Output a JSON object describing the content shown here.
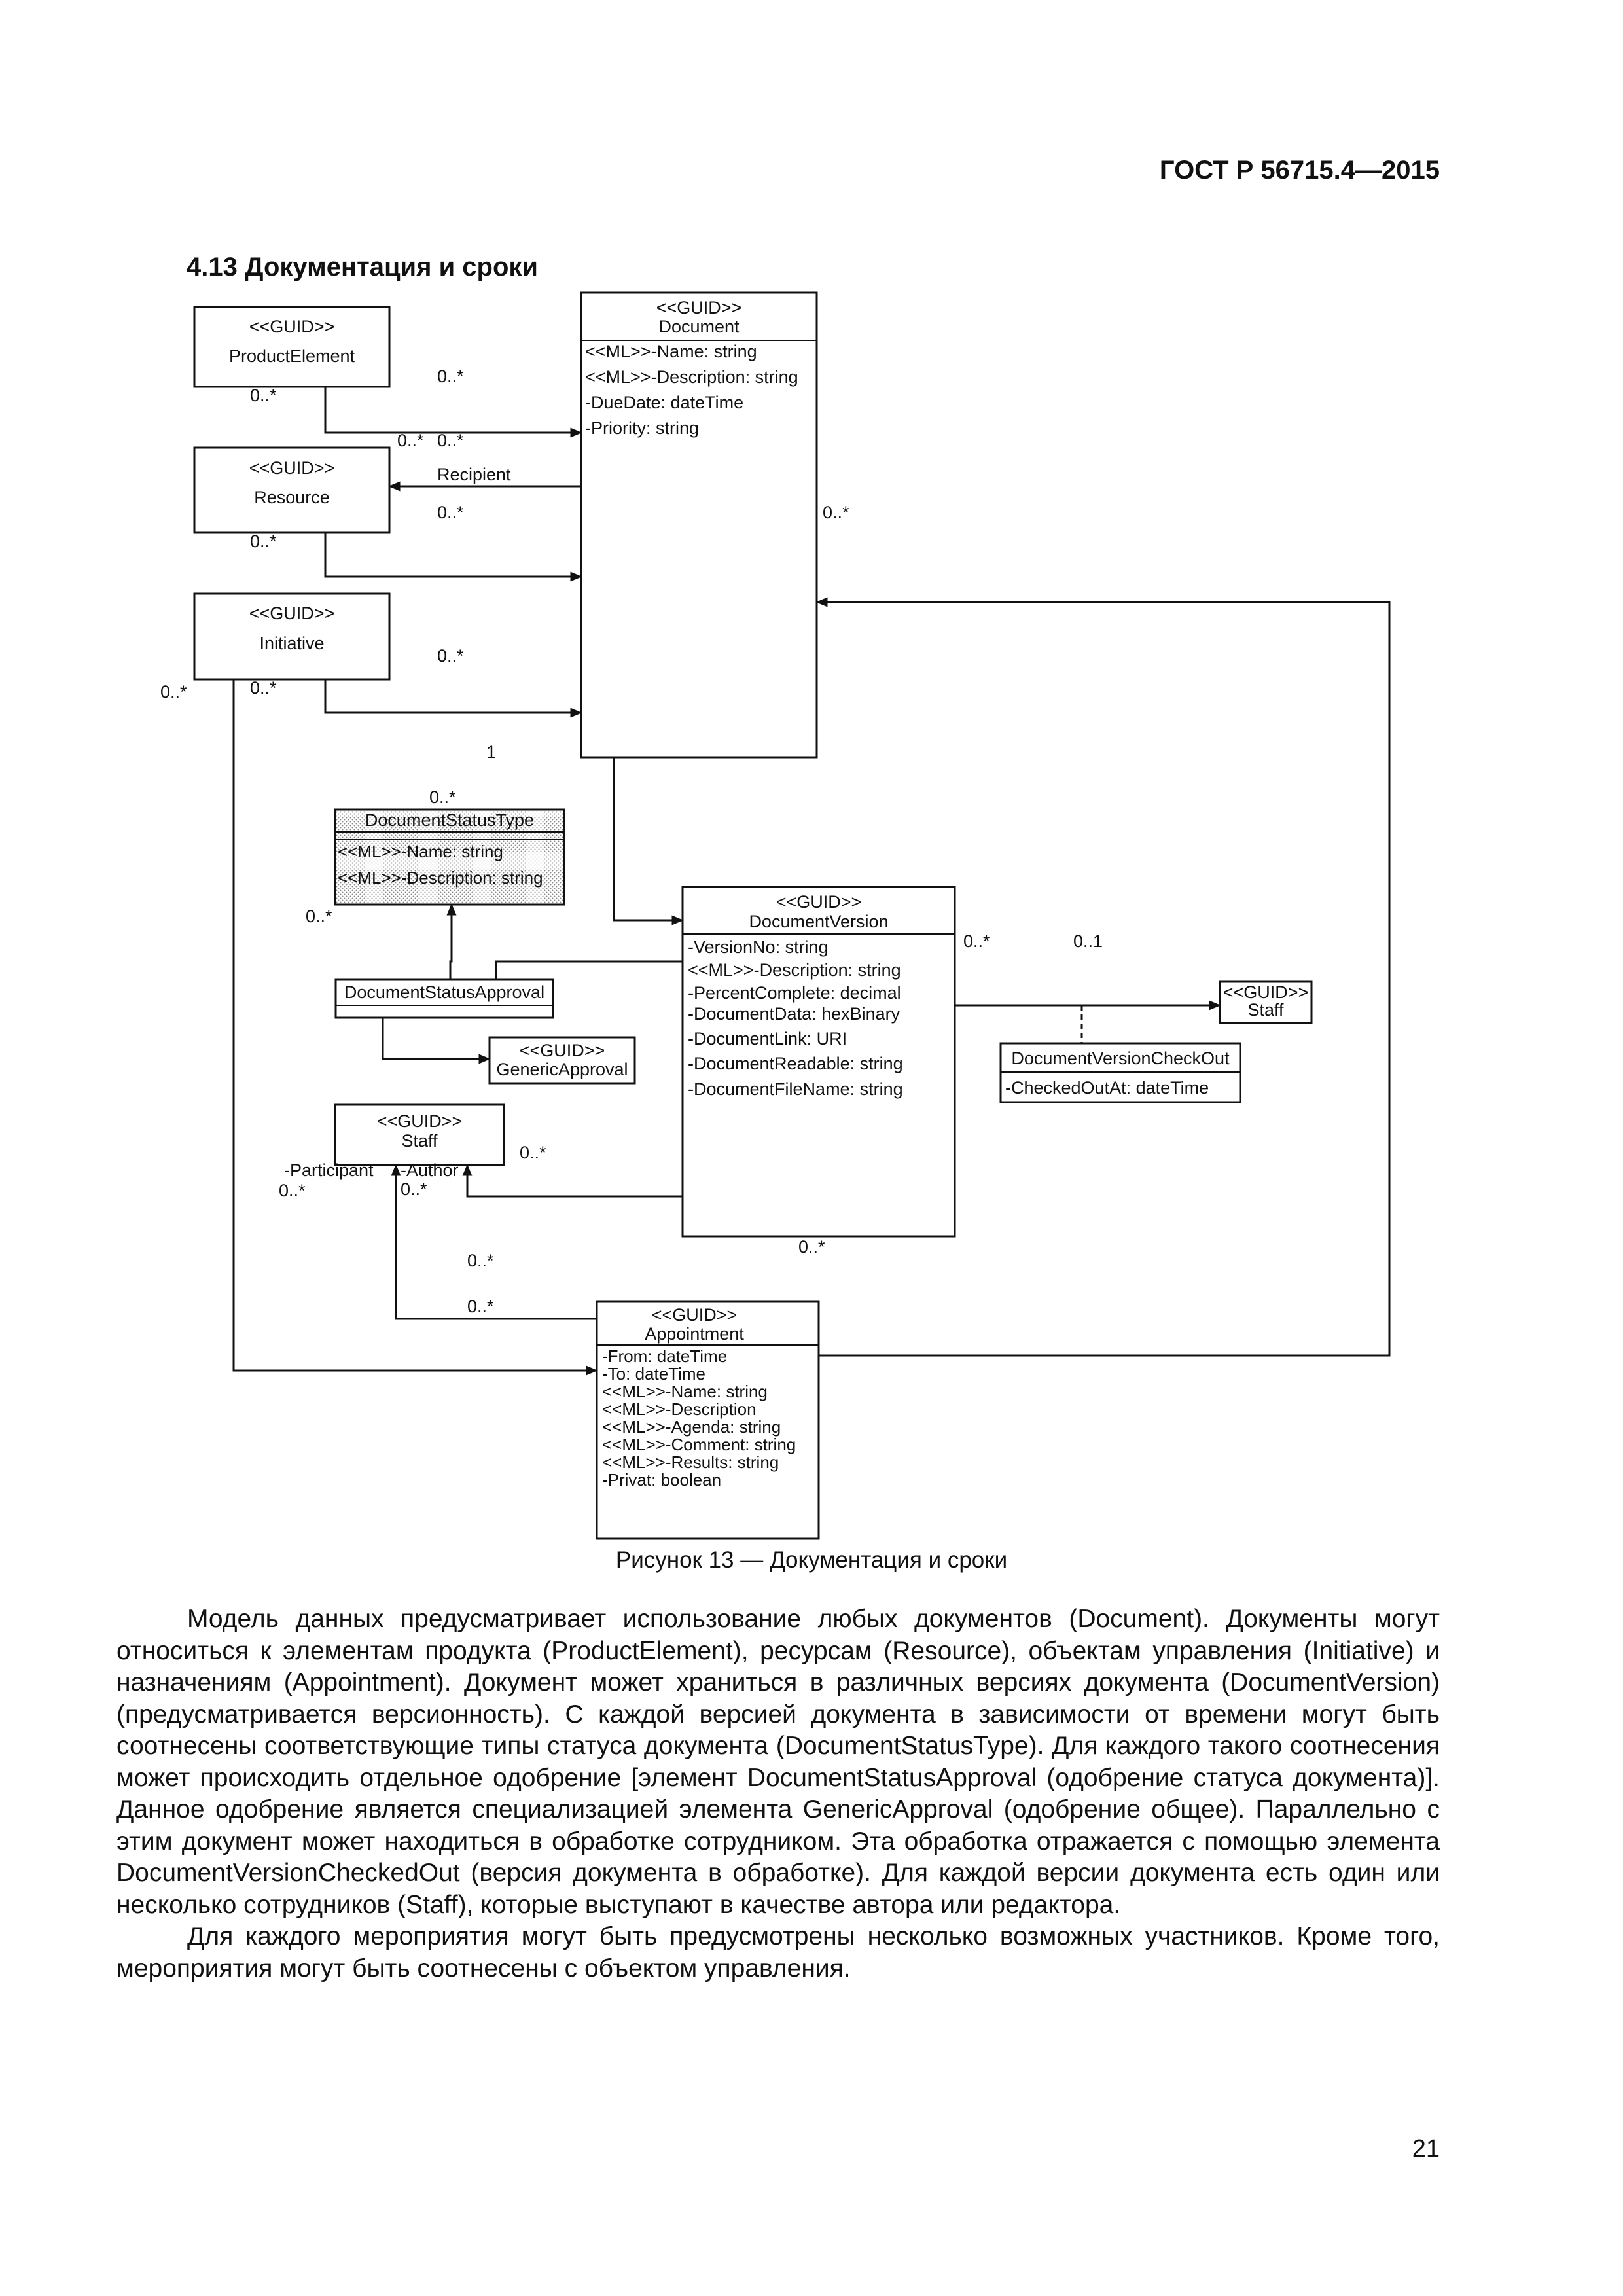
{
  "header": {
    "standard_code": "ГОСТ Р 56715.4—2015"
  },
  "section": {
    "title": "4.13 Документация и сроки"
  },
  "diagram": {
    "classes": {
      "product_element": {
        "stereotype": "<<GUID>>",
        "name": "ProductElement"
      },
      "resource": {
        "stereotype": "<<GUID>>",
        "name": "Resource"
      },
      "initiative": {
        "stereotype": "<<GUID>>",
        "name": "Initiative"
      },
      "document": {
        "stereotype": "<<GUID>>",
        "name": "Document",
        "attributes": [
          "<<ML>>-Name: string",
          "<<ML>>-Description: string",
          "-DueDate: dateTime",
          "-Priority: string"
        ]
      },
      "document_status_type": {
        "name": "DocumentStatusType",
        "attributes": [
          "<<ML>>-Name: string",
          "<<ML>>-Description: string"
        ]
      },
      "document_status_approval": {
        "name": "DocumentStatusApproval"
      },
      "generic_approval": {
        "stereotype": "<<GUID>>",
        "name": "GenericApproval"
      },
      "document_version": {
        "stereotype": "<<GUID>>",
        "name": "DocumentVersion",
        "attributes": [
          "-VersionNo: string",
          "<<ML>>-Description: string",
          "-PercentComplete: decimal",
          "-DocumentData: hexBinary",
          "-DocumentLink: URI",
          "-DocumentReadable: string",
          "-DocumentFileName: string"
        ]
      },
      "staff_right": {
        "stereotype": "<<GUID>>",
        "name": "Staff"
      },
      "document_version_checkout": {
        "name": "DocumentVersionCheckOut",
        "attributes": [
          "-CheckedOutAt: dateTime"
        ]
      },
      "staff_left": {
        "stereotype": "<<GUID>>",
        "name": "Staff"
      },
      "appointment": {
        "stereotype": "<<GUID>>",
        "name": "Appointment",
        "attributes": [
          "-From: dateTime",
          "-To: dateTime",
          "<<ML>>-Name: string",
          "<<ML>>-Description",
          "<<ML>>-Agenda: string",
          "<<ML>>-Comment: string",
          "<<ML>>-Results: string",
          "-Privat: boolean"
        ]
      }
    },
    "labels": {
      "pe_mult_bottom": "0..*",
      "pe_doc_mult": "0..*",
      "res_top_left": "0..*",
      "res_top_right": "0..*",
      "recipient": "Recipient",
      "res_doc_mult": "0..*",
      "res_mult_bottom": "0..*",
      "doc_right_mult": "0..*",
      "init_doc_mult": "0..*",
      "init_left_mult": "0..*",
      "init_mult_bottom": "0..*",
      "doc_version_one": "1",
      "dst_top_mult": "0..*",
      "dst_left_mult": "0..*",
      "dv_staff_mult": "0..*",
      "dv_staff_one": "0..1",
      "staff_dv_mult": "0..*",
      "participant": "-Participant",
      "author": "-Author",
      "participant_mult": "0..*",
      "author_mult": "0..*",
      "dv_bottom_mult": "0..*",
      "appt_upper_mult": "0..*",
      "appt_lower_mult": "0..*"
    }
  },
  "caption": "Рисунок 13 — Документация и сроки",
  "paragraphs": [
    "Модель данных предусматривает использование любых документов (Document). Документы могут относиться к элементам продукта (ProductElement), ресурсам (Resource), объектам управления (Initiative) и назначениям (Appointment). Документ может храниться в различных версиях документа (DocumentVersion) (предусматривается версионность). С каждой версией документа в зависимости от времени могут быть соотнесены соответствующие типы статуса документа (DocumentStatusType). Для каждого такого соотнесения может происходить отдельное одобрение [элемент DocumentStatusApproval (одобрение статуса документа)]. Данное одобрение является специализацией элемента GenericApproval (одобрение общее). Параллельно с этим документ может находиться в обработке сотрудником. Эта обработка отражается с помощью элемента DocumentVersionCheckedOut (версия документа в обработке). Для каждой версии документа есть один или несколько сотрудников (Staff), которые выступают в качестве автора или редактора.",
    "Для каждого мероприятия могут быть предусмотрены несколько возможных участников. Кроме того, мероприятия могут быть соотнесены с объектом управления."
  ],
  "page_number": "21"
}
